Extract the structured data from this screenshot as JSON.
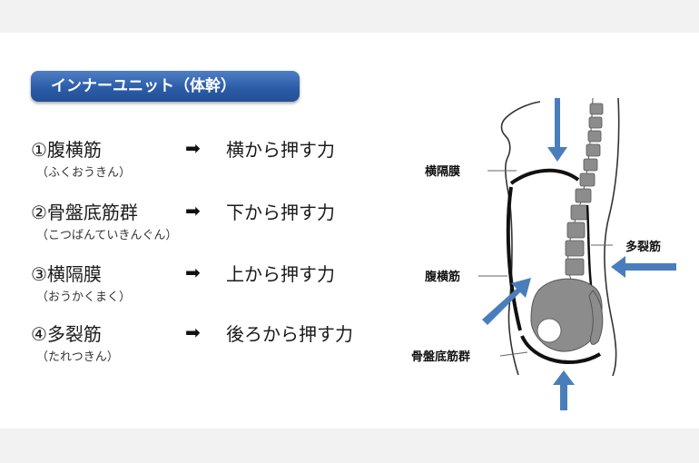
{
  "title": "インナーユニット（体幹）",
  "rows": [
    {
      "name": "①腹横筋",
      "reading": "（ふくおうきん）",
      "arrow": "➡",
      "effect": "横から押す力"
    },
    {
      "name": "②骨盤底筋群",
      "reading": "（こつばんていきんぐん）",
      "arrow": "➡",
      "effect": "下から押す力"
    },
    {
      "name": "③横隔膜",
      "reading": "（おうかくまく）",
      "arrow": "➡",
      "effect": "上から押す力"
    },
    {
      "name": "④多裂筋",
      "reading": "（たれつきん）",
      "arrow": "➡",
      "effect": "後ろから押す力"
    }
  ],
  "diagram": {
    "labels": {
      "diaphragm": "横隔膜",
      "transversus": "腹横筋",
      "pelvic_floor": "骨盤底筋群",
      "multifidus": "多裂筋"
    },
    "arrow_color": "#4a7ebb"
  }
}
